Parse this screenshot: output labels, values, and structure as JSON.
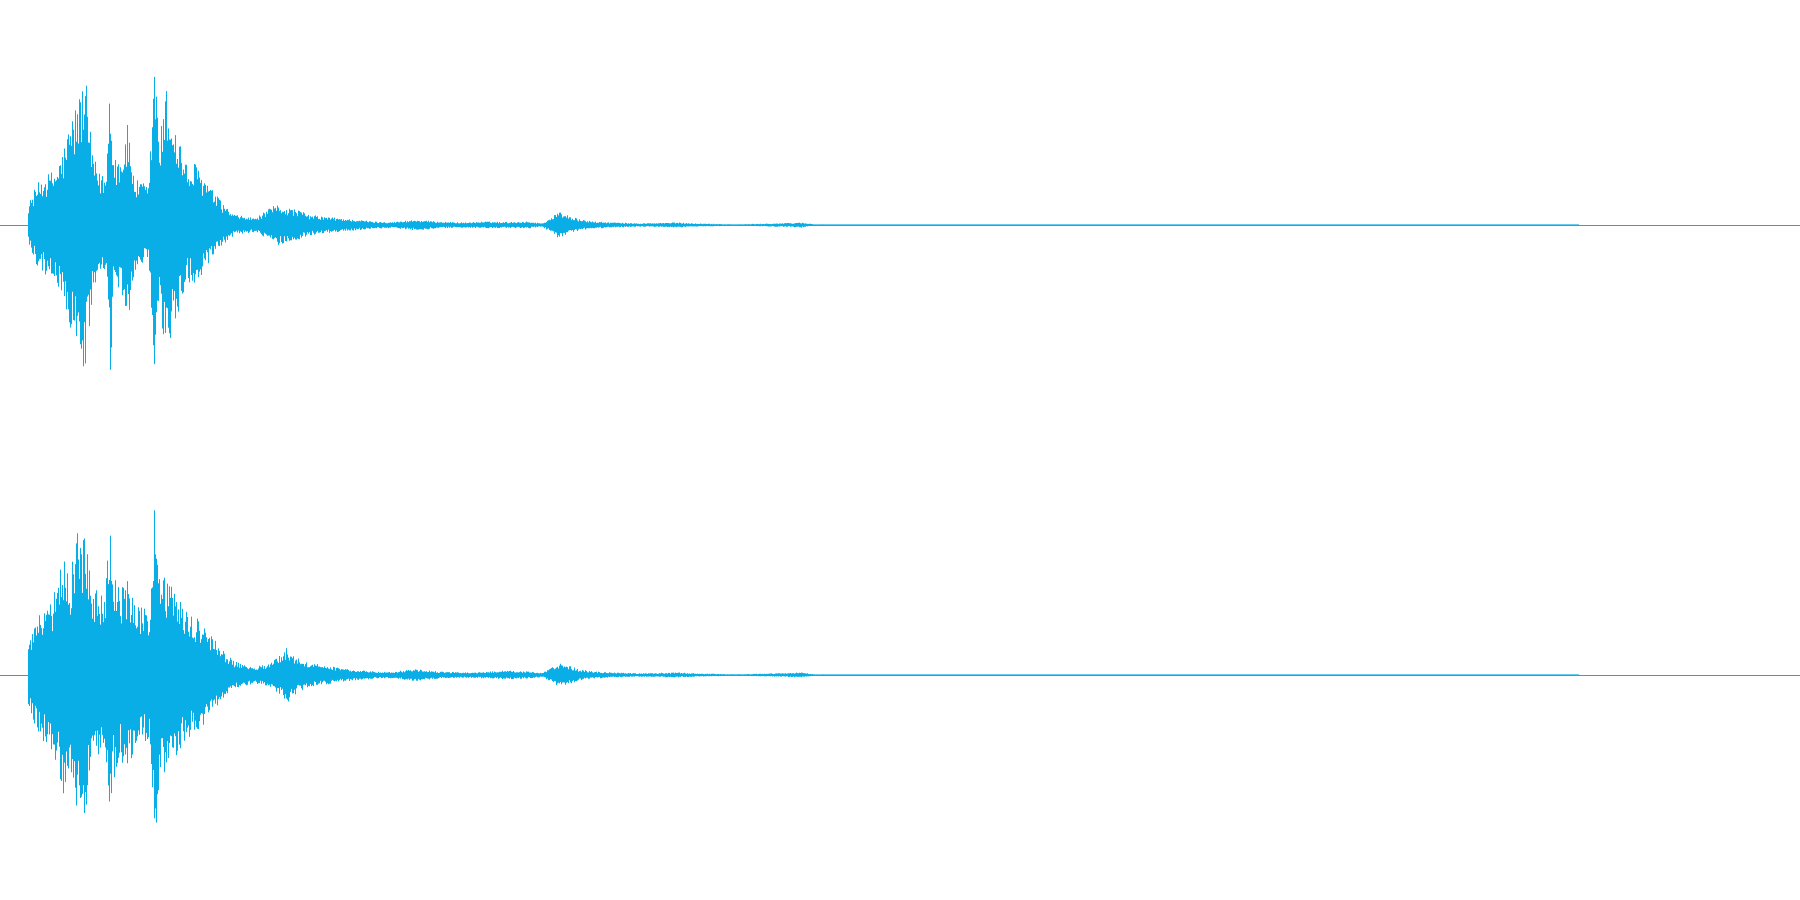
{
  "waveform": {
    "color": "#0aaee6",
    "background": "#ffffff",
    "channels": [
      {
        "name": "",
        "envelope": [
          [
            0.0,
            0.12
          ],
          [
            0.004,
            0.22
          ],
          [
            0.008,
            0.28
          ],
          [
            0.012,
            0.3
          ],
          [
            0.016,
            0.34
          ],
          [
            0.02,
            0.45
          ],
          [
            0.024,
            0.62
          ],
          [
            0.028,
            0.73
          ],
          [
            0.032,
            0.88
          ],
          [
            0.036,
            0.42
          ],
          [
            0.04,
            0.3
          ],
          [
            0.044,
            0.3
          ],
          [
            0.046,
            0.95
          ],
          [
            0.048,
            0.42
          ],
          [
            0.052,
            0.4
          ],
          [
            0.056,
            0.58
          ],
          [
            0.06,
            0.26
          ],
          [
            0.064,
            0.25
          ],
          [
            0.068,
            0.22
          ],
          [
            0.071,
            1.0
          ],
          [
            0.074,
            0.5
          ],
          [
            0.078,
            0.8
          ],
          [
            0.082,
            0.6
          ],
          [
            0.086,
            0.48
          ],
          [
            0.09,
            0.32
          ],
          [
            0.094,
            0.36
          ],
          [
            0.098,
            0.3
          ],
          [
            0.104,
            0.2
          ],
          [
            0.11,
            0.12
          ],
          [
            0.116,
            0.06
          ],
          [
            0.122,
            0.05
          ],
          [
            0.128,
            0.04
          ],
          [
            0.134,
            0.08
          ],
          [
            0.14,
            0.12
          ],
          [
            0.146,
            0.1
          ],
          [
            0.152,
            0.09
          ],
          [
            0.158,
            0.06
          ],
          [
            0.166,
            0.05
          ],
          [
            0.176,
            0.04
          ],
          [
            0.186,
            0.03
          ],
          [
            0.196,
            0.02
          ],
          [
            0.206,
            0.018
          ],
          [
            0.218,
            0.03
          ],
          [
            0.232,
            0.02
          ],
          [
            0.246,
            0.015
          ],
          [
            0.258,
            0.02
          ],
          [
            0.27,
            0.018
          ],
          [
            0.282,
            0.02
          ],
          [
            0.29,
            0.01
          ],
          [
            0.3,
            0.08
          ],
          [
            0.306,
            0.05
          ],
          [
            0.312,
            0.03
          ],
          [
            0.32,
            0.02
          ],
          [
            0.33,
            0.015
          ],
          [
            0.344,
            0.01
          ],
          [
            0.356,
            0.012
          ],
          [
            0.366,
            0.015
          ],
          [
            0.376,
            0.01
          ],
          [
            0.4,
            0.004
          ],
          [
            0.43,
            0.012
          ],
          [
            0.436,
            0.015
          ],
          [
            0.444,
            0.004
          ],
          [
            0.5,
            0.002
          ],
          [
            1.0,
            0.0
          ]
        ]
      },
      {
        "name": "",
        "envelope": [
          [
            0.0,
            0.2
          ],
          [
            0.004,
            0.3
          ],
          [
            0.008,
            0.38
          ],
          [
            0.012,
            0.4
          ],
          [
            0.016,
            0.52
          ],
          [
            0.02,
            0.7
          ],
          [
            0.024,
            0.62
          ],
          [
            0.028,
            0.88
          ],
          [
            0.032,
            0.82
          ],
          [
            0.036,
            0.55
          ],
          [
            0.04,
            0.5
          ],
          [
            0.044,
            0.55
          ],
          [
            0.046,
            0.95
          ],
          [
            0.048,
            0.6
          ],
          [
            0.052,
            0.48
          ],
          [
            0.056,
            0.58
          ],
          [
            0.06,
            0.4
          ],
          [
            0.064,
            0.4
          ],
          [
            0.068,
            0.36
          ],
          [
            0.071,
            1.0
          ],
          [
            0.074,
            0.62
          ],
          [
            0.078,
            0.56
          ],
          [
            0.082,
            0.58
          ],
          [
            0.086,
            0.44
          ],
          [
            0.09,
            0.38
          ],
          [
            0.094,
            0.34
          ],
          [
            0.098,
            0.3
          ],
          [
            0.104,
            0.22
          ],
          [
            0.11,
            0.14
          ],
          [
            0.116,
            0.08
          ],
          [
            0.122,
            0.06
          ],
          [
            0.128,
            0.05
          ],
          [
            0.134,
            0.06
          ],
          [
            0.14,
            0.1
          ],
          [
            0.146,
            0.16
          ],
          [
            0.152,
            0.1
          ],
          [
            0.158,
            0.07
          ],
          [
            0.166,
            0.06
          ],
          [
            0.176,
            0.04
          ],
          [
            0.186,
            0.03
          ],
          [
            0.196,
            0.02
          ],
          [
            0.206,
            0.02
          ],
          [
            0.218,
            0.035
          ],
          [
            0.232,
            0.02
          ],
          [
            0.246,
            0.015
          ],
          [
            0.258,
            0.02
          ],
          [
            0.27,
            0.025
          ],
          [
            0.282,
            0.02
          ],
          [
            0.29,
            0.012
          ],
          [
            0.3,
            0.07
          ],
          [
            0.306,
            0.05
          ],
          [
            0.312,
            0.03
          ],
          [
            0.32,
            0.02
          ],
          [
            0.33,
            0.015
          ],
          [
            0.344,
            0.01
          ],
          [
            0.356,
            0.012
          ],
          [
            0.366,
            0.015
          ],
          [
            0.376,
            0.01
          ],
          [
            0.4,
            0.004
          ],
          [
            0.43,
            0.012
          ],
          [
            0.436,
            0.015
          ],
          [
            0.444,
            0.004
          ],
          [
            0.5,
            0.002
          ],
          [
            1.0,
            0.0
          ]
        ]
      }
    ]
  }
}
